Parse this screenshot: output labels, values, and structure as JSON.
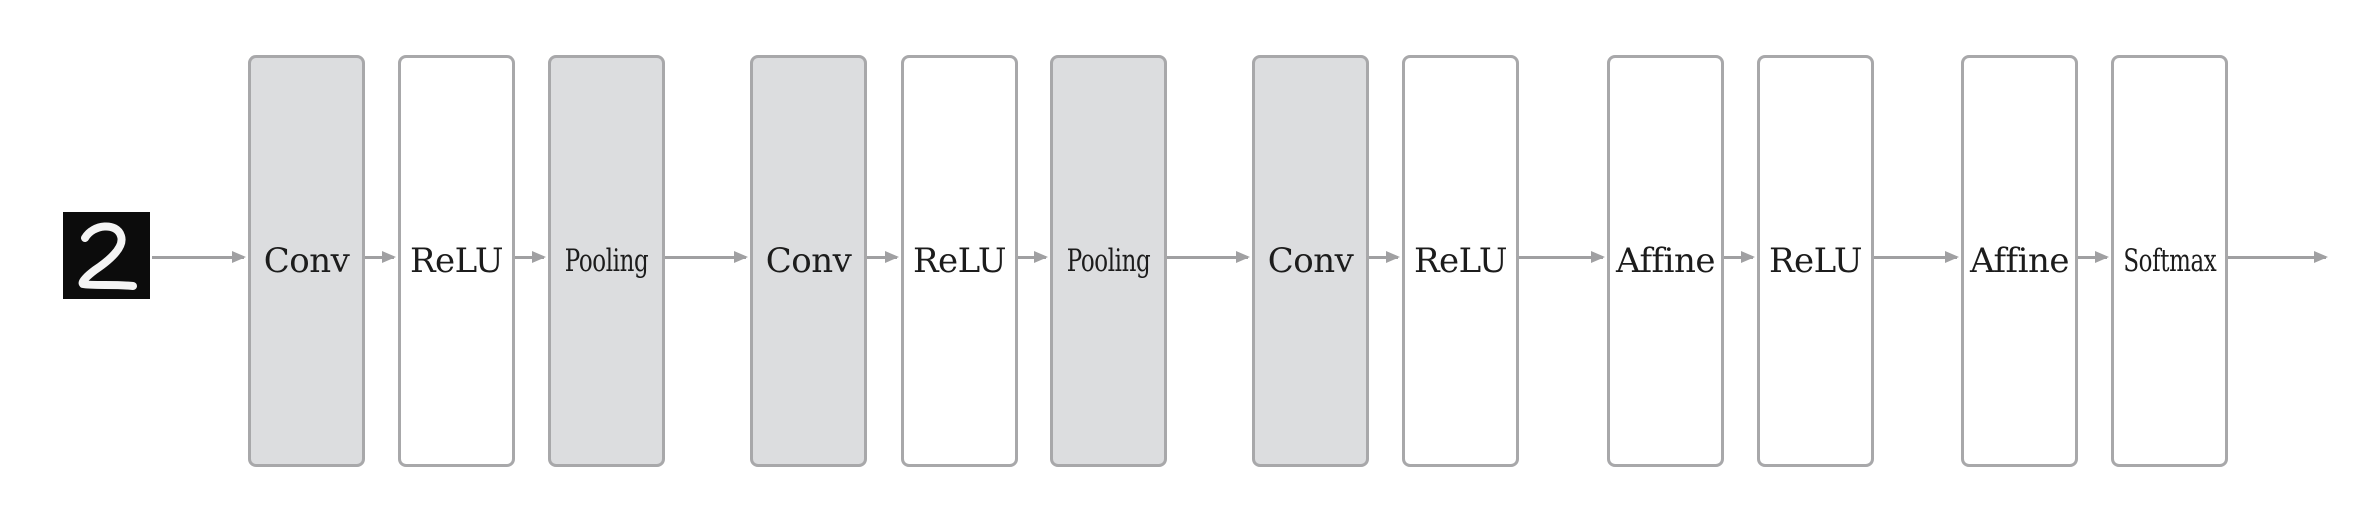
{
  "layers": [
    {
      "label": "Conv",
      "style": "shaded"
    },
    {
      "label": "ReLU",
      "style": "plain"
    },
    {
      "label": "Pooling",
      "style": "shaded"
    },
    {
      "label": "Conv",
      "style": "shaded"
    },
    {
      "label": "ReLU",
      "style": "plain"
    },
    {
      "label": "Pooling",
      "style": "shaded"
    },
    {
      "label": "Conv",
      "style": "shaded"
    },
    {
      "label": "ReLU",
      "style": "plain"
    },
    {
      "label": "Affine",
      "style": "plain"
    },
    {
      "label": "ReLU",
      "style": "plain"
    },
    {
      "label": "Affine",
      "style": "plain"
    },
    {
      "label": "Softmax",
      "style": "plain"
    }
  ],
  "input_image": {
    "digit": "2"
  },
  "colors": {
    "shaded_fill": "#dcdddf",
    "box_border": "#a8a8aa",
    "arrow": "#a0a0a2",
    "text": "#1c1c1c"
  }
}
